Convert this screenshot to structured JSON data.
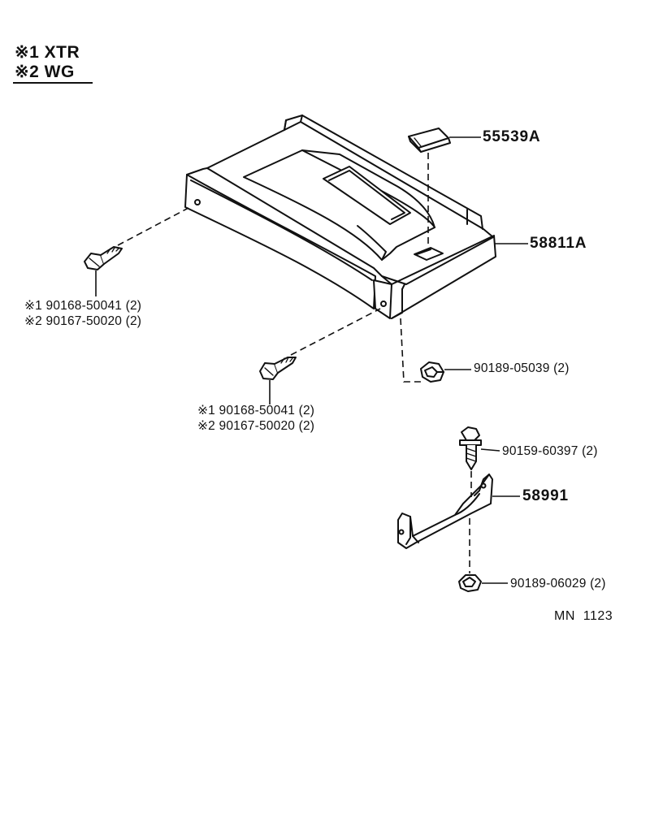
{
  "legend": [
    {
      "mark": "※1",
      "text": "XTR"
    },
    {
      "mark": "※2",
      "text": "WG"
    }
  ],
  "parts": {
    "cover_cap": "55539A",
    "console_box": "58811A",
    "screw_a": [
      "※1 90168-50041 (2)",
      "※2 90167-50020 (2)"
    ],
    "screw_b": [
      "※1 90168-50041 (2)",
      "※2 90167-50020 (2)"
    ],
    "nut_upper": "90189-05039 (2)",
    "bolt": "90159-60397 (2)",
    "bracket": "58991",
    "nut_lower": "90189-06029 (2)"
  },
  "diagram_code": "MN  1123"
}
